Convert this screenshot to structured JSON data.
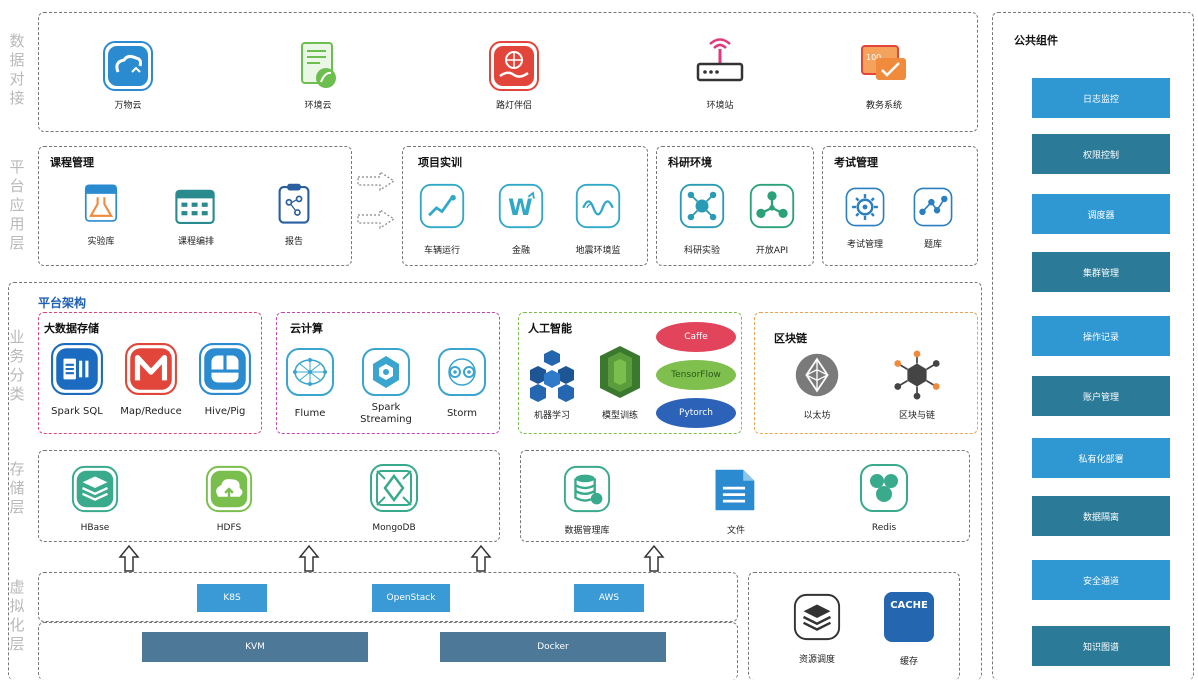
{
  "layers": {
    "data_dock": [
      "数",
      "据",
      "对",
      "接"
    ],
    "platform_app": [
      "平",
      "台",
      "应",
      "用",
      "层"
    ],
    "business": [
      "业",
      "务",
      "分",
      "类"
    ],
    "storage": [
      "存",
      "储",
      "层"
    ],
    "virtual": [
      "虚",
      "拟",
      "化",
      "层"
    ]
  },
  "data_dock": {
    "items": [
      {
        "label": "万物云",
        "icon": "cloud-icon"
      },
      {
        "label": "环境云",
        "icon": "document-leaf-icon"
      },
      {
        "label": "路灯伴侣",
        "icon": "globe-hand-icon"
      },
      {
        "label": "环境站",
        "icon": "router-icon"
      },
      {
        "label": "教务系统",
        "icon": "education-icon"
      }
    ]
  },
  "course_mgmt": {
    "title": "课程管理",
    "items": [
      {
        "label": "实验库",
        "icon": "flask-icon"
      },
      {
        "label": "课程编排",
        "icon": "calendar-icon"
      },
      {
        "label": "报告",
        "icon": "clipboard-icon"
      }
    ]
  },
  "project_training": {
    "title": "项目实训",
    "items": [
      {
        "label": "车辆运行",
        "icon": "trend-chart-icon"
      },
      {
        "label": "金融",
        "icon": "finance-w-icon"
      },
      {
        "label": "地震环境监",
        "icon": "wave-icon"
      }
    ]
  },
  "research_env": {
    "title": "科研环境",
    "items": [
      {
        "label": "科研实验",
        "icon": "network-chat-icon"
      },
      {
        "label": "开放API",
        "icon": "share-nodes-icon"
      }
    ]
  },
  "exam_mgmt": {
    "title": "考试管理",
    "items": [
      {
        "label": "考试管理",
        "icon": "gear-icon"
      },
      {
        "label": "题库",
        "icon": "graph-icon"
      }
    ]
  },
  "platform_arch": {
    "title": "平台架构",
    "bigdata": {
      "title": "大数据存储",
      "items": [
        {
          "label": "Spark SQL",
          "icon": "spark-sql-icon"
        },
        {
          "label": "Map/Reduce",
          "icon": "m-logo-icon"
        },
        {
          "label": "Hive/Pig",
          "icon": "hive-icon"
        }
      ]
    },
    "cloud": {
      "title": "云计算",
      "items": [
        {
          "label": "Flume",
          "icon": "mesh-icon"
        },
        {
          "label": "Spark\nStreaming",
          "icon": "hexagon-icon"
        },
        {
          "label": "Storm",
          "icon": "storm-icon"
        }
      ]
    },
    "ai": {
      "title": "人工智能",
      "items": [
        {
          "label": "机器学习",
          "icon": "cubes-icon"
        },
        {
          "label": "模型训练",
          "icon": "layers-icon"
        }
      ],
      "frameworks": [
        {
          "label": "Caffe",
          "color": "#e2445c"
        },
        {
          "label": "TensorFlow",
          "color": "#7fbf4d"
        },
        {
          "label": "Pytorch",
          "color": "#2c62b8"
        }
      ]
    },
    "blockchain": {
      "title": "区块链",
      "items": [
        {
          "label": "以太坊",
          "icon": "ethereum-icon"
        },
        {
          "label": "区块与链",
          "icon": "blockchain-icon"
        }
      ]
    }
  },
  "storage": {
    "left": [
      {
        "label": "HBase",
        "icon": "stack-icon"
      },
      {
        "label": "HDFS",
        "icon": "cloud-upload-icon"
      },
      {
        "label": "MongoDB",
        "icon": "mongo-icon"
      }
    ],
    "right": [
      {
        "label": "数据管理库",
        "icon": "database-icon"
      },
      {
        "label": "文件",
        "icon": "file-icon"
      },
      {
        "label": "Redis",
        "icon": "redis-icon"
      }
    ]
  },
  "virtual": {
    "top": [
      "K8S",
      "OpenStack",
      "AWS"
    ],
    "bottom": [
      "KVM",
      "Docker"
    ]
  },
  "resource": {
    "items": [
      {
        "label": "资源调度",
        "icon": "layers-stack-icon"
      },
      {
        "label": "缓存",
        "icon": "cache-icon",
        "badge": "CACHE"
      }
    ]
  },
  "public": {
    "title": "公共组件",
    "items": [
      "日志监控",
      "权限控制",
      "调度器",
      "集群管理",
      "操作记录",
      "账户管理",
      "私有化部署",
      "数据隔离",
      "安全通道",
      "知识图谱"
    ]
  }
}
